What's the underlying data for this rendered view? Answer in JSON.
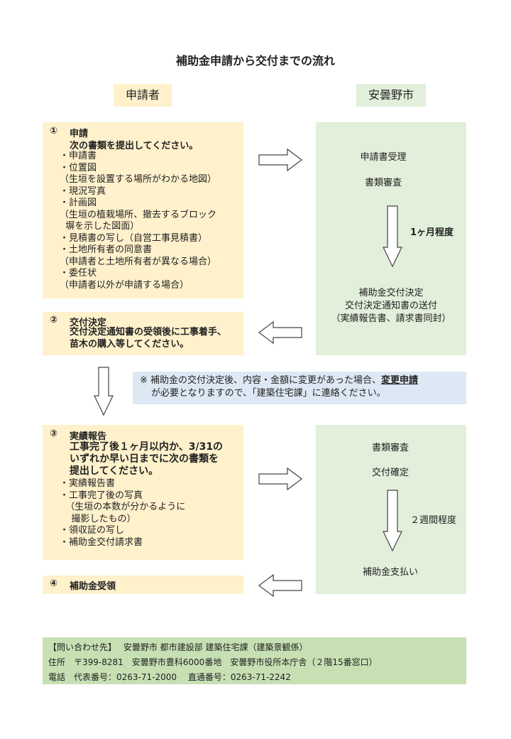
{
  "title": "補助金申請から交付までの流れ",
  "headers": {
    "applicant": "申請者",
    "city": "安曇野市"
  },
  "step1": {
    "number": "①",
    "heading": "申請",
    "instruction": "次の書類を提出してください。",
    "lines": [
      "・申請書",
      "・位置図",
      "（生垣を設置する場所がわかる地図）",
      "・現況写真",
      "・計画図",
      "（生垣の植栽場所、撤去するブロック",
      "  塀を示した図面）",
      "・見積書の写し（自営工事見積書）",
      "・土地所有者の同意書",
      "（申請者と土地所有者が異なる場合）",
      "・委任状",
      "（申請者以外が申請する場合）"
    ]
  },
  "step2": {
    "number": "②",
    "heading": "交付決定",
    "lines": [
      "交付決定通知書の受領後に工事着手、",
      "苗木の購入等してください。"
    ]
  },
  "city1": {
    "receipt": "申請書受理",
    "review": "書類審査",
    "duration": "1ヶ月程度",
    "decision": [
      "補助金交付決定",
      "交付決定通知書の送付",
      "（実績報告書、請求書同封）"
    ]
  },
  "note": {
    "line1_prefix": "※ 補助金の交付決定後、内容・金額に変更があった場合、",
    "line1_emphasis": "変更申請",
    "line2": "が必要となりますので、「建築住宅課」に連絡ください。"
  },
  "step3": {
    "number": "③",
    "heading": "実績報告",
    "instruction": [
      "工事完了後１ヶ月以内か、3/31の",
      "いずれか早い日までに次の書類を",
      "提出してください。"
    ],
    "lines": [
      "・実績報告書",
      "・工事完了後の写真",
      "  （生垣の本数が分かるように",
      "    撮影したもの）",
      "・領収証の写し",
      "・補助金交付請求書"
    ]
  },
  "step4": {
    "number": "④",
    "heading": "補助金受領"
  },
  "city2": {
    "review": "書類審査",
    "confirm": "交付確定",
    "duration": "２週間程度",
    "payment": "補助金支払い"
  },
  "contact": {
    "line1": "【問い合わせ先】　 安曇野市 都市建設部 建築住宅課（建築景観係）",
    "line2": "住所　〒399-8281　安曇野市豊科6000番地　安曇野市役所本庁舎（２階15番窓口）",
    "line3": "電話　代表番号：0263-71-2000　 直通番号：0263-71-2242"
  },
  "colors": {
    "applicant_box": "#fff1cc",
    "city_box": "#e2efda",
    "note_box": "#dde8f4",
    "contact_box": "#c6e0b4"
  }
}
